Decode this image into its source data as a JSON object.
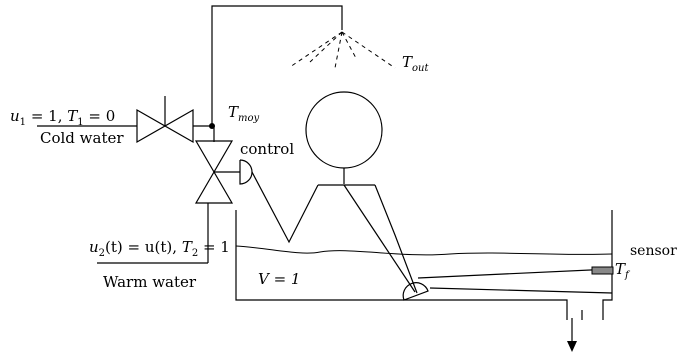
{
  "labels": {
    "u1_eq": "u",
    "u1_sub": "1",
    "u1_rest": " = 1, ",
    "t1": "T",
    "t1_sub": "1",
    "t1_rest": " = 0",
    "cold_water": "Cold water",
    "tmoy": "T",
    "tmoy_sub": "moy",
    "control": "control",
    "tout": "T",
    "tout_sub": "out",
    "u2": "u",
    "u2_sub": "2",
    "u2_rest": "(t) = u(t), ",
    "t2": "T",
    "t2_sub": "2",
    "t2_rest": " = 1",
    "warm_water": "Warm water",
    "volume": "V = 1",
    "sensor": "sensor",
    "tf": "T",
    "tf_sub": "f"
  }
}
